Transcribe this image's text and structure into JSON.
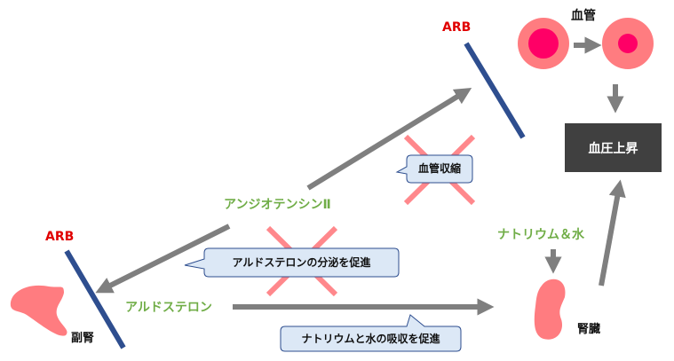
{
  "labels": {
    "arb_top": "ARB",
    "arb_left": "ARB",
    "vessel": "血管",
    "bp_rise": "血圧上昇",
    "angiotensin": "アンジオテンシンⅡ",
    "aldosterone": "アルドステロン",
    "sodium_water": "ナトリウム＆水",
    "adrenal": "副腎",
    "kidney": "腎臓"
  },
  "callouts": {
    "vasoconstriction": "血管収縮",
    "aldosterone_secretion": "アルドステロンの分泌を促進",
    "sodium_absorption": "ナトリウムと水の吸収を促進"
  },
  "colors": {
    "green": "#70ad47",
    "red": "#e00000",
    "arrow": "#7f7f7f",
    "arb_bar": "#2e4e8f",
    "cross": "#ff7c80",
    "organ": "#ff7c80",
    "box": "#404040",
    "callout_fill": "#dce8f6",
    "callout_stroke": "#2e4e8f"
  }
}
